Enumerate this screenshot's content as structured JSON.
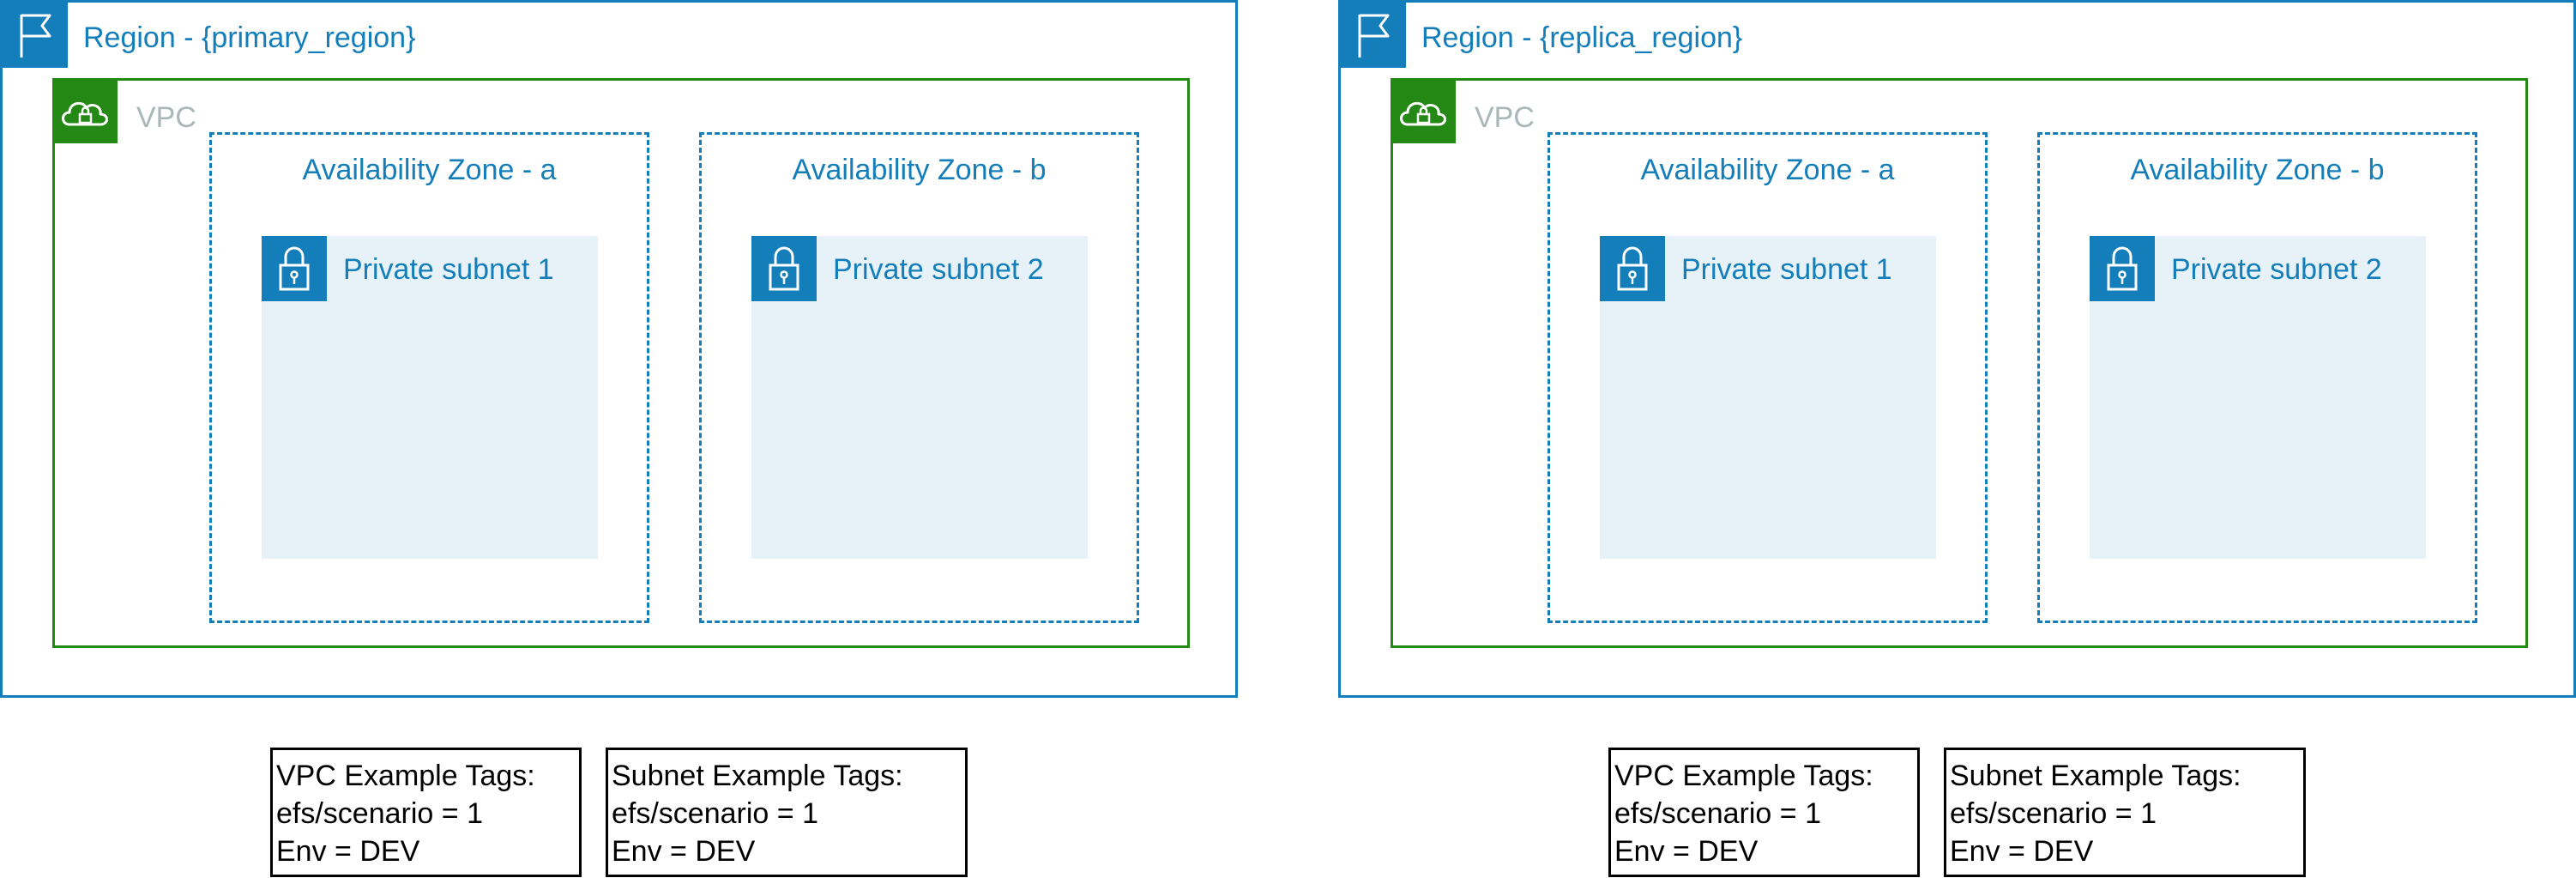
{
  "colors": {
    "region": "#147EBA",
    "vpc": "#248814",
    "vpc_label": "#AAB7B8",
    "subnet_fill": "#E6F2F8",
    "tag_border": "#000000"
  },
  "icons": {
    "region": "flag-icon",
    "vpc": "cloud-lock-icon",
    "subnet": "padlock-icon"
  },
  "primary": {
    "region_label": "Region - {primary_region}",
    "vpc_label": "VPC",
    "az_a_label": "Availability Zone - a",
    "az_b_label": "Availability Zone - b",
    "subnet_1_label": "Private subnet 1",
    "subnet_2_label": "Private subnet 2",
    "vpc_tags": [
      "VPC Example Tags:",
      "efs/scenario = 1",
      "Env = DEV"
    ],
    "subnet_tags": [
      "Subnet Example Tags:",
      "efs/scenario = 1",
      "Env = DEV"
    ]
  },
  "replica": {
    "region_label": "Region - {replica_region}",
    "vpc_label": "VPC",
    "az_a_label": "Availability Zone - a",
    "az_b_label": "Availability Zone - b",
    "subnet_1_label": "Private subnet 1",
    "subnet_2_label": "Private subnet 2",
    "vpc_tags": [
      "VPC Example Tags:",
      "efs/scenario = 1",
      "Env = DEV"
    ],
    "subnet_tags": [
      "Subnet Example Tags:",
      "efs/scenario = 1",
      "Env = DEV"
    ]
  }
}
